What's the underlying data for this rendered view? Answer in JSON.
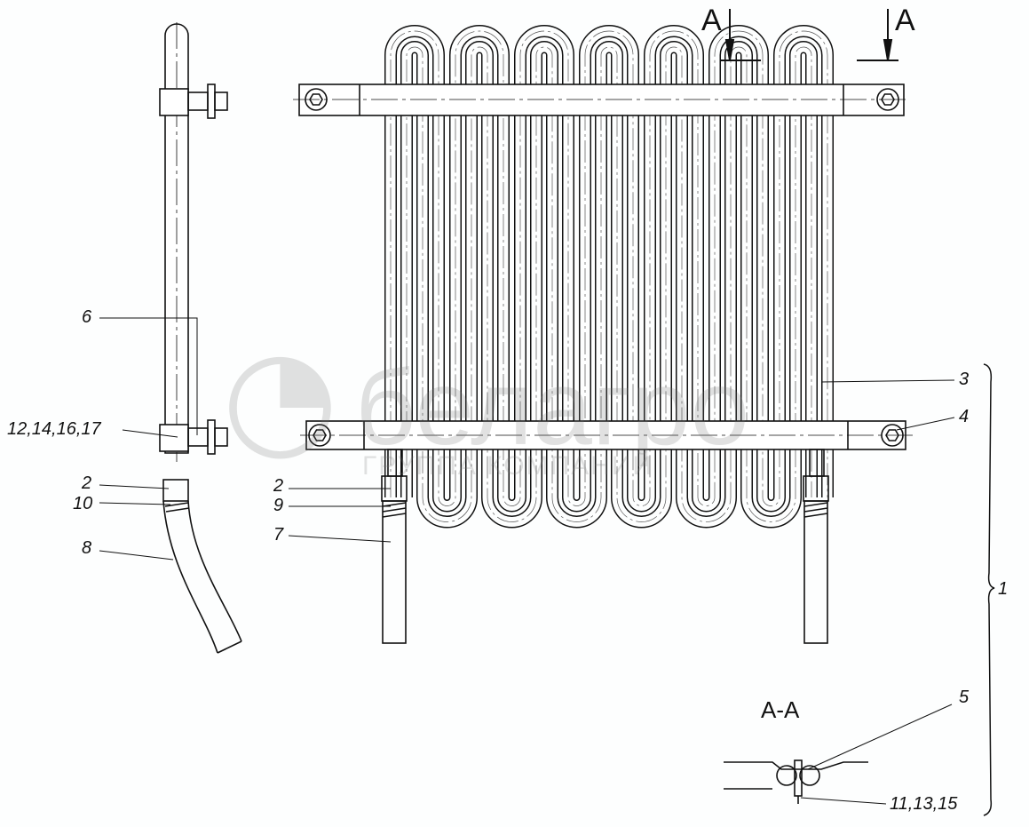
{
  "drawing": {
    "section_marks": [
      "A",
      "A"
    ],
    "section_title": "A-A",
    "labels": {
      "l6": "6",
      "l12": "12,14,16,17",
      "l2a": "2",
      "l10": "10",
      "l8": "8",
      "l2b": "2",
      "l9": "9",
      "l7": "7",
      "l3": "3",
      "l4": "4",
      "l1": "1",
      "l5": "5",
      "l11": "11,13,15"
    }
  },
  "watermark": {
    "brand": "белагро",
    "subtitle": "ГРУППА КОМПАНИЙ"
  }
}
